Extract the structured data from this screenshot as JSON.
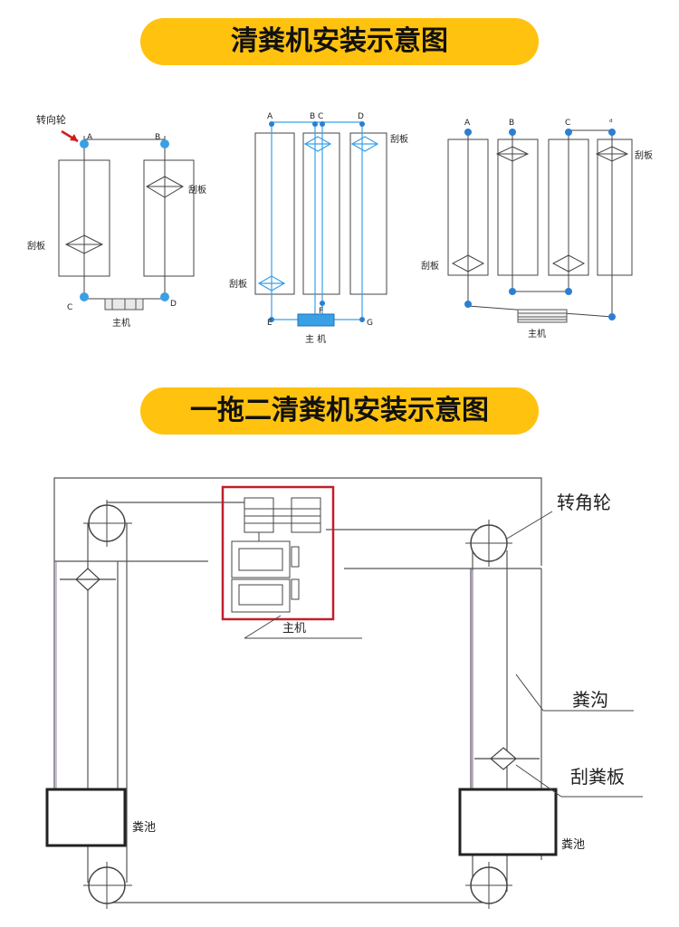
{
  "titles": {
    "top": "清粪机安装示意图",
    "bottom": "一拖二清粪机安装示意图"
  },
  "diagram1": {
    "turn_wheel": "转向轮",
    "a": "A",
    "b": "B",
    "c": "C",
    "d": "D",
    "scraper_right": "刮板",
    "scraper_left": "刮板",
    "main": "主机"
  },
  "diagram2": {
    "a": "A",
    "bc": "B C",
    "d": "D",
    "e": "E",
    "f": "F",
    "g": "G",
    "scraper_top": "刮板",
    "scraper_left": "刮板",
    "main": "主 机"
  },
  "diagram3": {
    "a": "A",
    "b": "B",
    "c": "C",
    "d": "ᵈ",
    "scraper_right": "刮板",
    "scraper_left": "刮板",
    "main": "主机"
  },
  "diagram4": {
    "corner_wheel": "转角轮",
    "main": "主机",
    "trench": "粪沟",
    "scraper": "刮粪板",
    "pool_left": "粪池",
    "pool_right": "粪池"
  },
  "colors": {
    "banner": "#ffc20e",
    "wheel_blue": "#2a7fd4",
    "cable_blue": "#3aa0e6",
    "host_frame": "#c0202a",
    "arrow_red": "#d01c1c"
  }
}
